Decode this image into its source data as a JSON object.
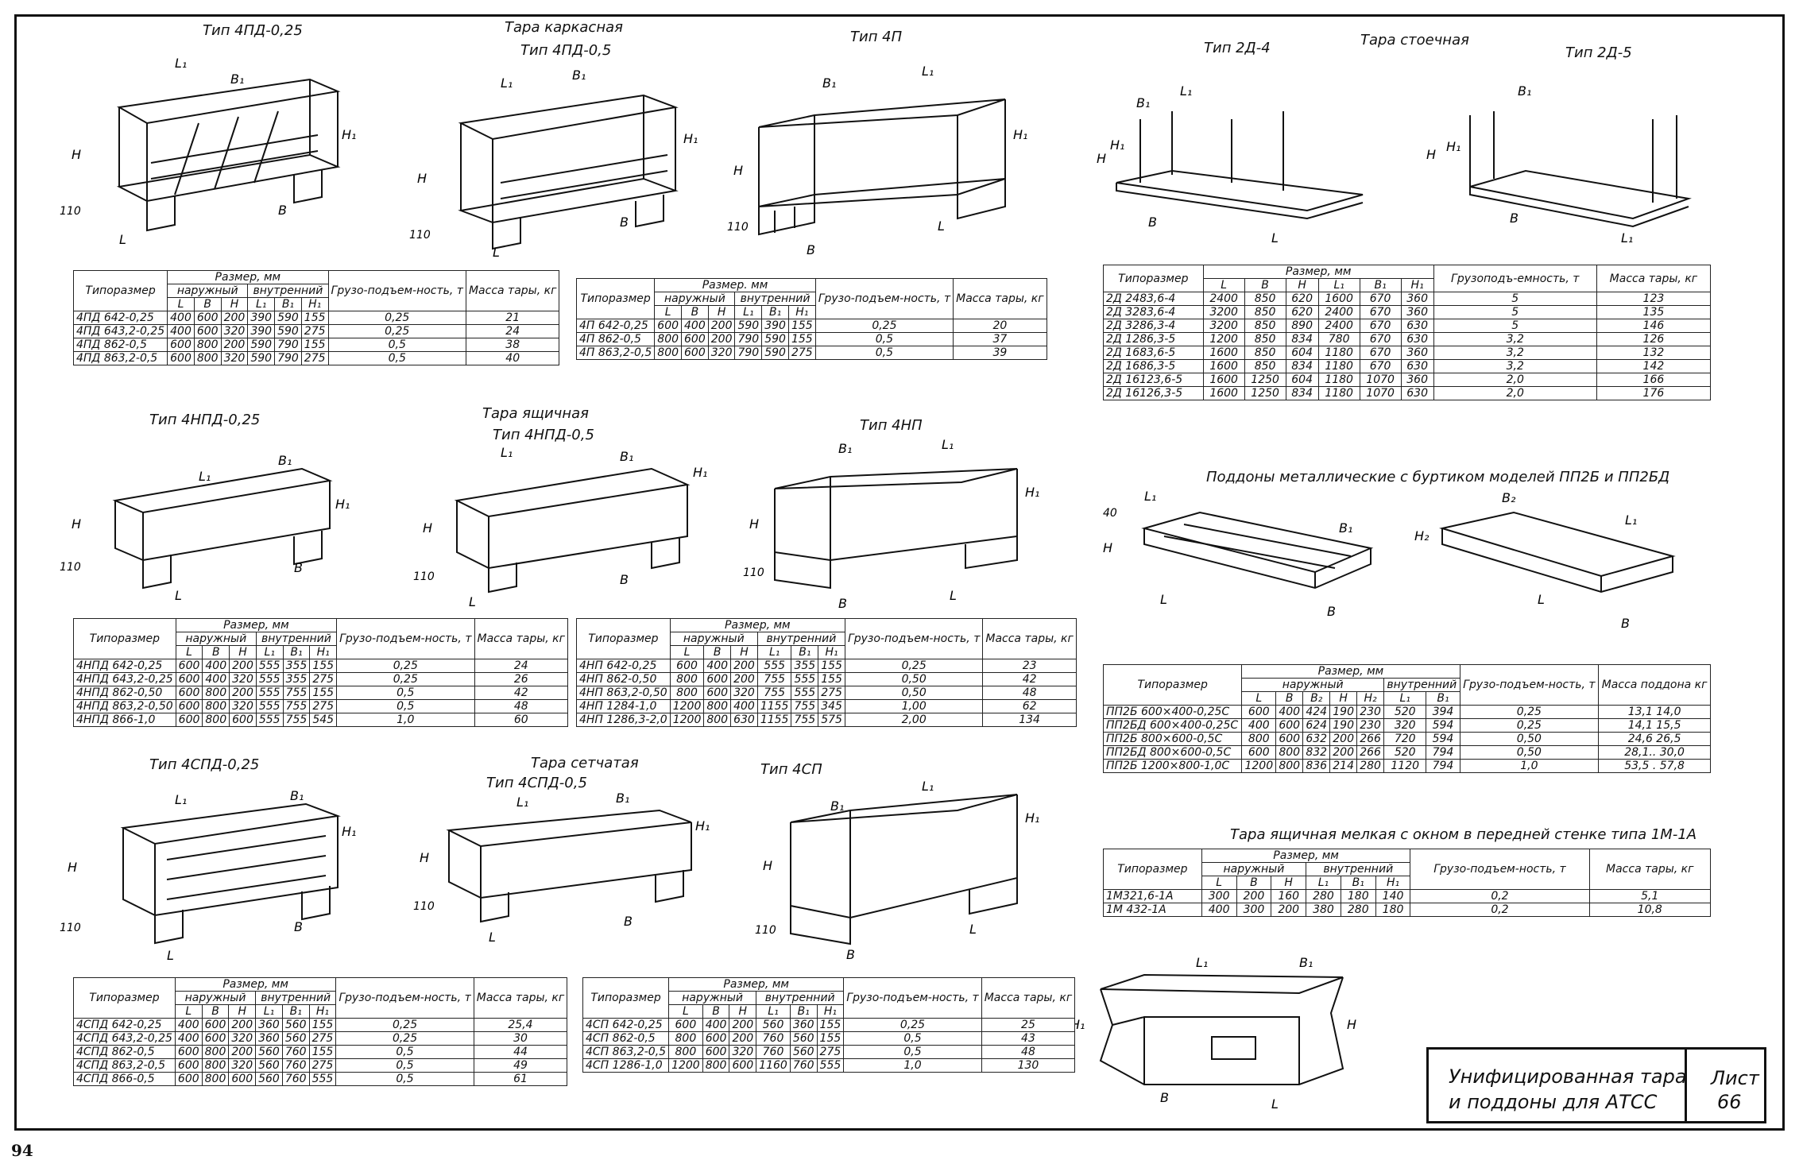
{
  "captions": {
    "c_4pd025": "Тип 4ПД-0,25",
    "c_frame_title": "Тара каркасная",
    "c_4pd05": "Тип 4ПД-0,5",
    "c_4p": "Тип 4П",
    "c_2d4": "Тип 2Д-4",
    "c_rack_title": "Тара стоечная",
    "c_2d5": "Тип 2Д-5",
    "c_4npd025": "Тип 4НПД-0,25",
    "c_box_title": "Тара ящичная",
    "c_4npd05": "Тип 4НПД-0,5",
    "c_4np": "Тип 4НП",
    "c_pallets_title": "Поддоны металлические с буртиком моделей ПП2Б и ПП2БД",
    "c_4spd025": "Тип 4СПД-0,25",
    "c_mesh_title": "Тара сетчатая",
    "c_4spd05": "Тип 4СПД-0,5",
    "c_4sp": "Тип 4СП",
    "c_small_title": "Тара ящичная мелкая с окном в передней стенке типа 1М-1А"
  },
  "drawing_labels": {
    "L": "L",
    "B": "B",
    "H": "H",
    "L1": "L₁",
    "B1": "B₁",
    "H1": "H₁",
    "B2": "B₂",
    "H2": "H₂",
    "h110": "110",
    "h40": "40"
  },
  "hdr": {
    "tiporazmer": "Типоразмер",
    "razmer_mm": "Размер, мм",
    "razmer_mm2": "Размер. мм",
    "naruzhny": "наружный",
    "vnutrenny": "внутренний",
    "gruzo": "Грузо-подъем-ность, т",
    "gruzo2": "Грузоподъ-емность, т",
    "massa": "Масса тары, кг",
    "massa_pod": "Масса поддона кг",
    "L": "L",
    "B": "B",
    "H": "H",
    "L1": "L₁",
    "B1": "B₁",
    "H1": "H₁",
    "B2": "B₂",
    "H2": "H₂"
  },
  "t1": [
    [
      "4ПД 642-0,25",
      "400",
      "600",
      "200",
      "390",
      "590",
      "155",
      "0,25",
      "21"
    ],
    [
      "4ПД 643,2-0,25",
      "400",
      "600",
      "320",
      "390",
      "590",
      "275",
      "0,25",
      "24"
    ],
    [
      "4ПД 862-0,5",
      "600",
      "800",
      "200",
      "590",
      "790",
      "155",
      "0,5",
      "38"
    ],
    [
      "4ПД 863,2-0,5",
      "600",
      "800",
      "320",
      "590",
      "790",
      "275",
      "0,5",
      "40"
    ]
  ],
  "t2": [
    [
      "4П 642-0,25",
      "600",
      "400",
      "200",
      "590",
      "390",
      "155",
      "0,25",
      "20"
    ],
    [
      "4П 862-0,5",
      "800",
      "600",
      "200",
      "790",
      "590",
      "155",
      "0,5",
      "37"
    ],
    [
      "4П 863,2-0,5",
      "800",
      "600",
      "320",
      "790",
      "590",
      "275",
      "0,5",
      "39"
    ]
  ],
  "t3": [
    [
      "2Д 2483,6-4",
      "2400",
      "850",
      "620",
      "1600",
      "670",
      "360",
      "5",
      "123"
    ],
    [
      "2Д 3283,6-4",
      "3200",
      "850",
      "620",
      "2400",
      "670",
      "360",
      "5",
      "135"
    ],
    [
      "2Д 3286,3-4",
      "3200",
      "850",
      "890",
      "2400",
      "670",
      "630",
      "5",
      "146"
    ],
    [
      "2Д 1286,3-5",
      "1200",
      "850",
      "834",
      "780",
      "670",
      "630",
      "3,2",
      "126"
    ],
    [
      "2Д 1683,6-5",
      "1600",
      "850",
      "604",
      "1180",
      "670",
      "360",
      "3,2",
      "132"
    ],
    [
      "2Д 1686,3-5",
      "1600",
      "850",
      "834",
      "1180",
      "670",
      "630",
      "3,2",
      "142"
    ],
    [
      "2Д 16123,6-5",
      "1600",
      "1250",
      "604",
      "1180",
      "1070",
      "360",
      "2,0",
      "166"
    ],
    [
      "2Д 16126,3-5",
      "1600",
      "1250",
      "834",
      "1180",
      "1070",
      "630",
      "2,0",
      "176"
    ]
  ],
  "t4": [
    [
      "4НПД 642-0,25",
      "600",
      "400",
      "200",
      "555",
      "355",
      "155",
      "0,25",
      "24"
    ],
    [
      "4НПД 643,2-0,25",
      "600",
      "400",
      "320",
      "555",
      "355",
      "275",
      "0,25",
      "26"
    ],
    [
      "4НПД 862-0,50",
      "600",
      "800",
      "200",
      "555",
      "755",
      "155",
      "0,5",
      "42"
    ],
    [
      "4НПД 863,2-0,50",
      "600",
      "800",
      "320",
      "555",
      "755",
      "275",
      "0,5",
      "48"
    ],
    [
      "4НПД 866-1,0",
      "600",
      "800",
      "600",
      "555",
      "755",
      "545",
      "1,0",
      "60"
    ]
  ],
  "t5": [
    [
      "4НП 642-0,25",
      "600",
      "400",
      "200",
      "555",
      "355",
      "155",
      "0,25",
      "23"
    ],
    [
      "4НП 862-0,50",
      "800",
      "600",
      "200",
      "755",
      "555",
      "155",
      "0,50",
      "42"
    ],
    [
      "4НП 863,2-0,50",
      "800",
      "600",
      "320",
      "755",
      "555",
      "275",
      "0,50",
      "48"
    ],
    [
      "4НП 1284-1,0",
      "1200",
      "800",
      "400",
      "1155",
      "755",
      "345",
      "1,00",
      "62"
    ],
    [
      "4НП 1286,3-2,0",
      "1200",
      "800",
      "630",
      "1155",
      "755",
      "575",
      "2,00",
      "134"
    ]
  ],
  "t6": [
    [
      "ПП2Б 600×400-0,25С",
      "600",
      "400",
      "424",
      "190",
      "230",
      "520",
      "394",
      "0,25",
      "13,1   14,0"
    ],
    [
      "ПП2БД 600×400-0,25С",
      "400",
      "600",
      "624",
      "190",
      "230",
      "320",
      "594",
      "0,25",
      "14,1   15,5"
    ],
    [
      "ПП2Б 800×600-0,5С",
      "800",
      "600",
      "632",
      "200",
      "266",
      "720",
      "594",
      "0,50",
      "24,6   26,5"
    ],
    [
      "ПП2БД 800×600-0,5С",
      "600",
      "800",
      "832",
      "200",
      "266",
      "520",
      "794",
      "0,50",
      "28,1..  30,0"
    ],
    [
      "ПП2Б 1200×800-1,0С",
      "1200",
      "800",
      "836",
      "214",
      "280",
      "1120",
      "794",
      "1,0",
      "53,5 .  57,8"
    ]
  ],
  "t7": [
    [
      "1М321,6-1А",
      "300",
      "200",
      "160",
      "280",
      "180",
      "140",
      "0,2",
      "5,1"
    ],
    [
      "1М 432-1А",
      "400",
      "300",
      "200",
      "380",
      "280",
      "180",
      "0,2",
      "10,8"
    ]
  ],
  "t8": [
    [
      "4СПД 642-0,25",
      "400",
      "600",
      "200",
      "360",
      "560",
      "155",
      "0,25",
      "25,4"
    ],
    [
      "4СПД 643,2-0,25",
      "400",
      "600",
      "320",
      "360",
      "560",
      "275",
      "0,25",
      "30"
    ],
    [
      "4СПД 862-0,5",
      "600",
      "800",
      "200",
      "560",
      "760",
      "155",
      "0,5",
      "44"
    ],
    [
      "4СПД 863,2-0,5",
      "600",
      "800",
      "320",
      "560",
      "760",
      "275",
      "0,5",
      "49"
    ],
    [
      "4СПД 866-0,5",
      "600",
      "800",
      "600",
      "560",
      "760",
      "555",
      "0,5",
      "61"
    ]
  ],
  "t9": [
    [
      "4СП 642-0,25",
      "600",
      "400",
      "200",
      "560",
      "360",
      "155",
      "0,25",
      "25"
    ],
    [
      "4СП 862-0,5",
      "800",
      "600",
      "200",
      "760",
      "560",
      "155",
      "0,5",
      "43"
    ],
    [
      "4СП 863,2-0,5",
      "800",
      "600",
      "320",
      "760",
      "560",
      "275",
      "0,5",
      "48"
    ],
    [
      "4СП 1286-1,0",
      "1200",
      "800",
      "600",
      "1160",
      "760",
      "555",
      "1,0",
      "130"
    ]
  ],
  "stamp": {
    "title_line1": "Унифицированная тара",
    "title_line2": "и поддоны для АТСС",
    "sheet_label": "Лист",
    "sheet_number": "66"
  },
  "page_number": "94"
}
